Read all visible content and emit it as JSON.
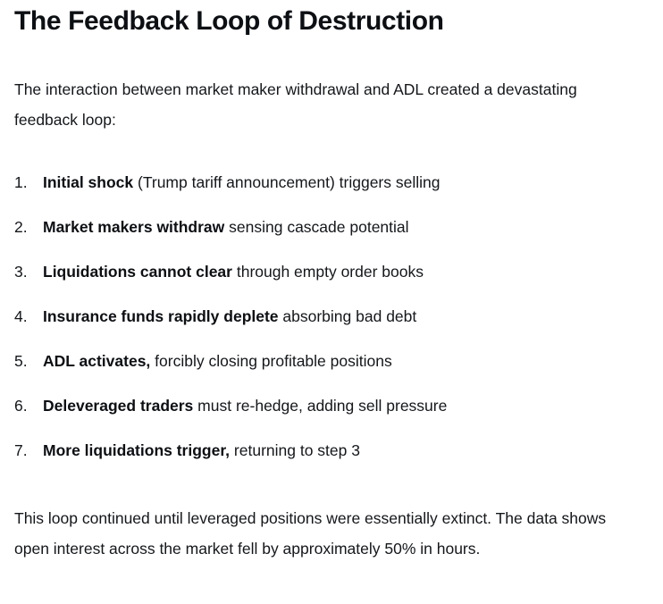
{
  "document": {
    "title": "The Feedback Loop of Destruction",
    "intro_paragraph": "The interaction between market maker withdrawal and ADL created a devastating feedback loop:",
    "closing_paragraph": "This loop continued until leveraged positions were essentially extinct. The data shows open interest across the market fell by approximately 50% in hours.",
    "steps": [
      {
        "marker": "1.",
        "lead": "Initial shock",
        "rest": " (Trump tariff announcement) triggers selling"
      },
      {
        "marker": "2.",
        "lead": "Market makers withdraw",
        "rest": " sensing cascade potential"
      },
      {
        "marker": "3.",
        "lead": "Liquidations cannot clear",
        "rest": " through empty order books"
      },
      {
        "marker": "4.",
        "lead": "Insurance funds rapidly deplete",
        "rest": " absorbing bad debt"
      },
      {
        "marker": "5.",
        "lead": "ADL activates,",
        "rest": " forcibly closing profitable positions"
      },
      {
        "marker": "6.",
        "lead": "Deleveraged traders",
        "rest": " must re-hedge, adding sell pressure"
      },
      {
        "marker": "7.",
        "lead": "More liquidations trigger,",
        "rest": " returning to step 3"
      }
    ]
  },
  "colors": {
    "background": "#ffffff",
    "heading_text": "#0c0f13",
    "body_text": "#14171b"
  }
}
